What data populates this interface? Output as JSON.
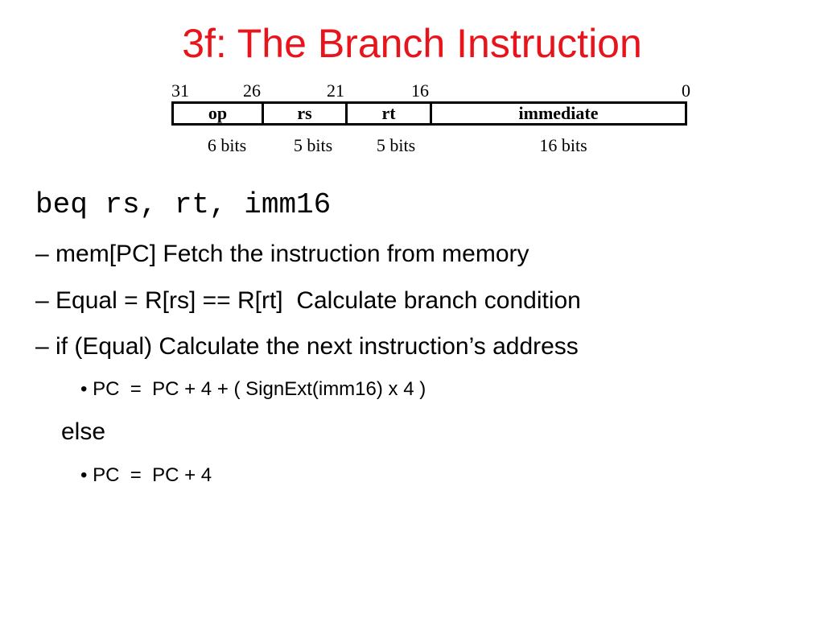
{
  "title": "3f: The Branch Instruction",
  "instruction_format": {
    "bit_positions": [
      "31",
      "26",
      "21",
      "16",
      "0"
    ],
    "fields": [
      {
        "label": "op",
        "width": "6 bits"
      },
      {
        "label": "rs",
        "width": "5 bits"
      },
      {
        "label": "rt",
        "width": "5 bits"
      },
      {
        "label": "immediate",
        "width": "16 bits"
      }
    ]
  },
  "syntax": "beq rs, rt, imm16",
  "steps": [
    {
      "marker": "–",
      "text": "mem[PC] Fetch the instruction from memory"
    },
    {
      "marker": "–",
      "text": "Equal = R[rs] == R[rt]  Calculate branch condition"
    },
    {
      "marker": "–",
      "text": "if (Equal) Calculate the next instruction’s address"
    }
  ],
  "if_branch": {
    "marker": "•",
    "text": "PC  =  PC + 4 + ( SignExt(imm16) x 4 )"
  },
  "else_label": "else",
  "else_branch": {
    "marker": "•",
    "text": "PC  =  PC + 4"
  }
}
